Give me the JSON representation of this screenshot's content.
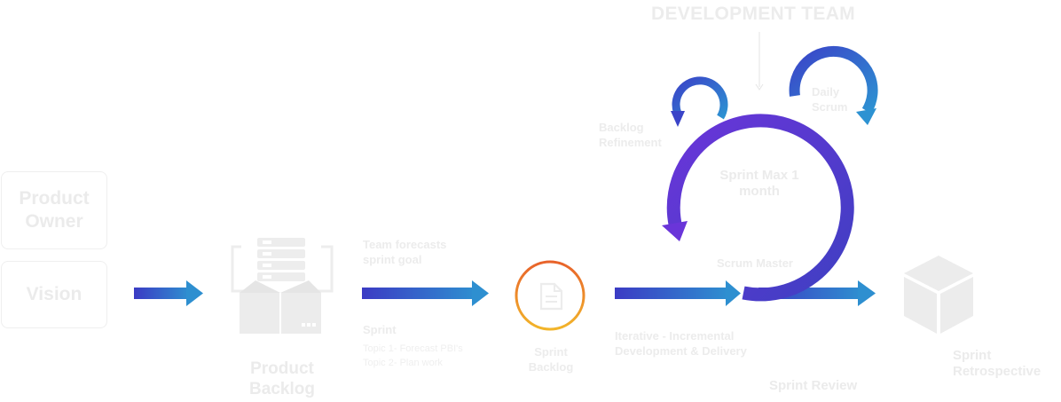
{
  "title": "DEVELOPMENT TEAM",
  "product_owner": "Product Owner",
  "vision": "Vision",
  "product_backlog": "Product Backlog",
  "forecast": "Team forecasts sprint goal",
  "sprint_label": "Sprint",
  "topic1": "Topic 1- Forecast PBI's",
  "topic2": "Topic 2- Plan work",
  "sprint_backlog": "Sprint Backlog",
  "iterative": "Iterative - Incremental Development & Delivery",
  "backlog_refinement": "Backlog Refinement",
  "daily_scrum": "Daily Scrum",
  "sprint_cycle": "Sprint Max 1 month",
  "scrum_master": "Scrum Master",
  "sprint_review": "Sprint Review",
  "sprint_retrospective": "Sprint Retrospective",
  "colors": {
    "arrow_start": "#3b3bc4",
    "arrow_end": "#2e8fd0",
    "loop_start": "#6a35d9",
    "loop_end": "#3f3fc2",
    "ring_start": "#e8622a",
    "ring_end": "#f2b52a",
    "faint_text": "#ececec"
  },
  "icons": [
    "server-box-icon",
    "document-icon",
    "cube-icon",
    "arrow-icon",
    "loop-arrow-icon"
  ]
}
